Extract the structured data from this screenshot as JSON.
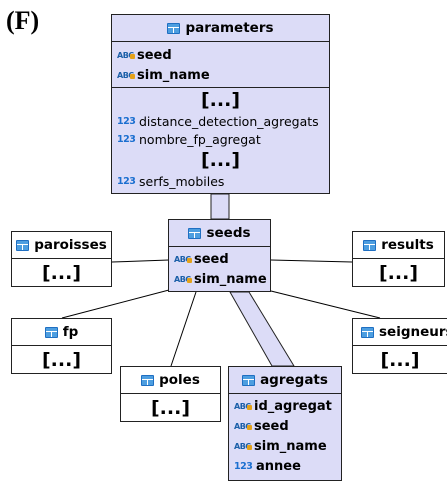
{
  "panel_label": "(F)",
  "ellipsis": "[...]",
  "tables": {
    "parameters": {
      "title": "parameters",
      "key_fields": [
        {
          "name": "seed",
          "type": "text"
        },
        {
          "name": "sim_name",
          "type": "text"
        }
      ],
      "fields_a": [
        {
          "name": "distance_detection_agregats",
          "type": "numeric"
        },
        {
          "name": "nombre_fp_agregat",
          "type": "numeric"
        }
      ],
      "fields_b": [
        {
          "name": "serfs_mobiles",
          "type": "numeric"
        }
      ]
    },
    "seeds": {
      "title": "seeds",
      "key_fields": [
        {
          "name": "seed",
          "type": "text"
        },
        {
          "name": "sim_name",
          "type": "text"
        }
      ]
    },
    "paroisses": {
      "title": "paroisses"
    },
    "results": {
      "title": "results"
    },
    "fp": {
      "title": "fp"
    },
    "seigneurs": {
      "title": "seigneurs"
    },
    "poles": {
      "title": "poles"
    },
    "agregats": {
      "title": "agregats",
      "fields": [
        {
          "name": "id_agregat",
          "type": "text"
        },
        {
          "name": "seed",
          "type": "text"
        },
        {
          "name": "sim_name",
          "type": "text"
        },
        {
          "name": "annee",
          "type": "numeric"
        }
      ]
    }
  },
  "type_icons": {
    "text": "ABC",
    "numeric": "123"
  },
  "colors": {
    "highlight_fill": "#dcdcf7",
    "border": "#222222",
    "icon_blue": "#4d9ee0"
  }
}
